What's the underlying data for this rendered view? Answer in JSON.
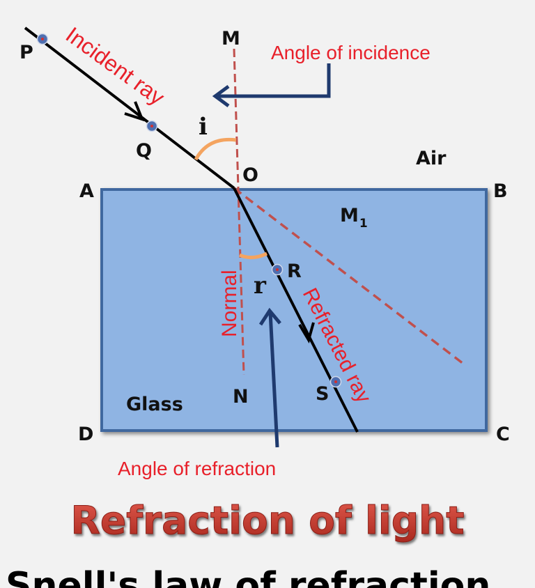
{
  "colors": {
    "background": "#f2f2f2",
    "glass_fill": "#8fb4e3",
    "glass_border": "#41689f",
    "ray": "#000000",
    "normal_line": "#c0504d",
    "point_marker": "#4f6fb0",
    "arrow": "#1f3a6e",
    "angle_arc": "#f4a460",
    "red_label": "#e8202a",
    "title": "#c0392b"
  },
  "labels": {
    "M": "M",
    "P": "P",
    "Q": "Q",
    "O": "O",
    "A": "A",
    "B": "B",
    "C": "C",
    "D": "D",
    "M1_base": "M",
    "M1_sub": "1",
    "N": "N",
    "R": "R",
    "S": "S",
    "i": "i",
    "r": "r",
    "air": "Air",
    "glass": "Glass",
    "incident_ray": "Incident ray",
    "refracted_ray": "Refracted ray",
    "normal": "Normal",
    "angle_of_incidence": "Angle of incidence",
    "angle_of_refraction": "Angle of refraction"
  },
  "title": "Refraction of light",
  "footer_partial": "Snell's law of refraction"
}
